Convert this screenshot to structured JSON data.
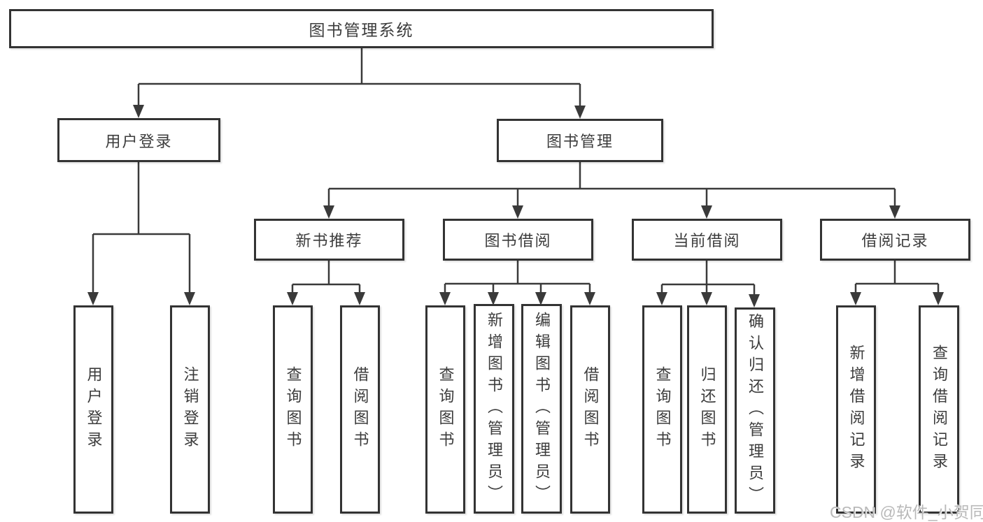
{
  "diagram_title": "图书管理系统",
  "nodes": {
    "root": {
      "label": "图书管理系统"
    },
    "user_login": {
      "label": "用户登录"
    },
    "book_mgmt": {
      "label": "图书管理"
    },
    "new_book_rec": {
      "label": "新书推荐"
    },
    "book_borrow": {
      "label": "图书借阅"
    },
    "current_borrow": {
      "label": "当前借阅"
    },
    "borrow_record": {
      "label": "借阅记录"
    },
    "user_login_leaf": {
      "label": "用户登录"
    },
    "logout_leaf": {
      "label": "注销登录"
    },
    "nb_query": {
      "label": "查询图书"
    },
    "nb_borrow": {
      "label": "借阅图书"
    },
    "bb_query": {
      "label": "查询图书"
    },
    "bb_add": {
      "label": "新增图书（管理员）"
    },
    "bb_edit": {
      "label": "编辑图书（管理员）"
    },
    "bb_borrow": {
      "label": "借阅图书"
    },
    "cb_query": {
      "label": "查询图书"
    },
    "cb_return": {
      "label": "归还图书"
    },
    "cb_confirm": {
      "label": "确认归还（管理员）"
    },
    "br_add": {
      "label": "新增借阅记录"
    },
    "br_query": {
      "label": "查询借阅记录"
    }
  },
  "watermark": {
    "text": "CSDN @软件_小贺同学"
  },
  "colors": {
    "box_border": "#333333",
    "connector": "#3a3a3a",
    "text": "#3c3c3c",
    "watermark": "#b9b9b9",
    "background": "#ffffff"
  }
}
